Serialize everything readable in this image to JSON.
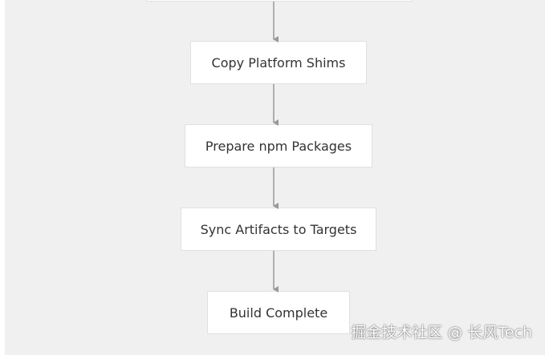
{
  "diagram": {
    "nodes": [
      {
        "id": "copy_shims",
        "label": "Copy Platform Shims"
      },
      {
        "id": "prepare_npm",
        "label": "Prepare npm Packages"
      },
      {
        "id": "sync_artifacts",
        "label": "Sync Artifacts to Targets"
      },
      {
        "id": "build_complete",
        "label": "Build Complete"
      }
    ],
    "edges": [
      {
        "from": "previous",
        "to": "copy_shims"
      },
      {
        "from": "copy_shims",
        "to": "prepare_npm"
      },
      {
        "from": "prepare_npm",
        "to": "sync_artifacts"
      },
      {
        "from": "sync_artifacts",
        "to": "build_complete"
      }
    ]
  },
  "colors": {
    "background": "#f0f0f0",
    "node_fill": "#ffffff",
    "node_border": "#e0e0e0",
    "edge": "#999999",
    "text": "#333333"
  },
  "watermark": "掘金技术社区 @ 长风Tech"
}
